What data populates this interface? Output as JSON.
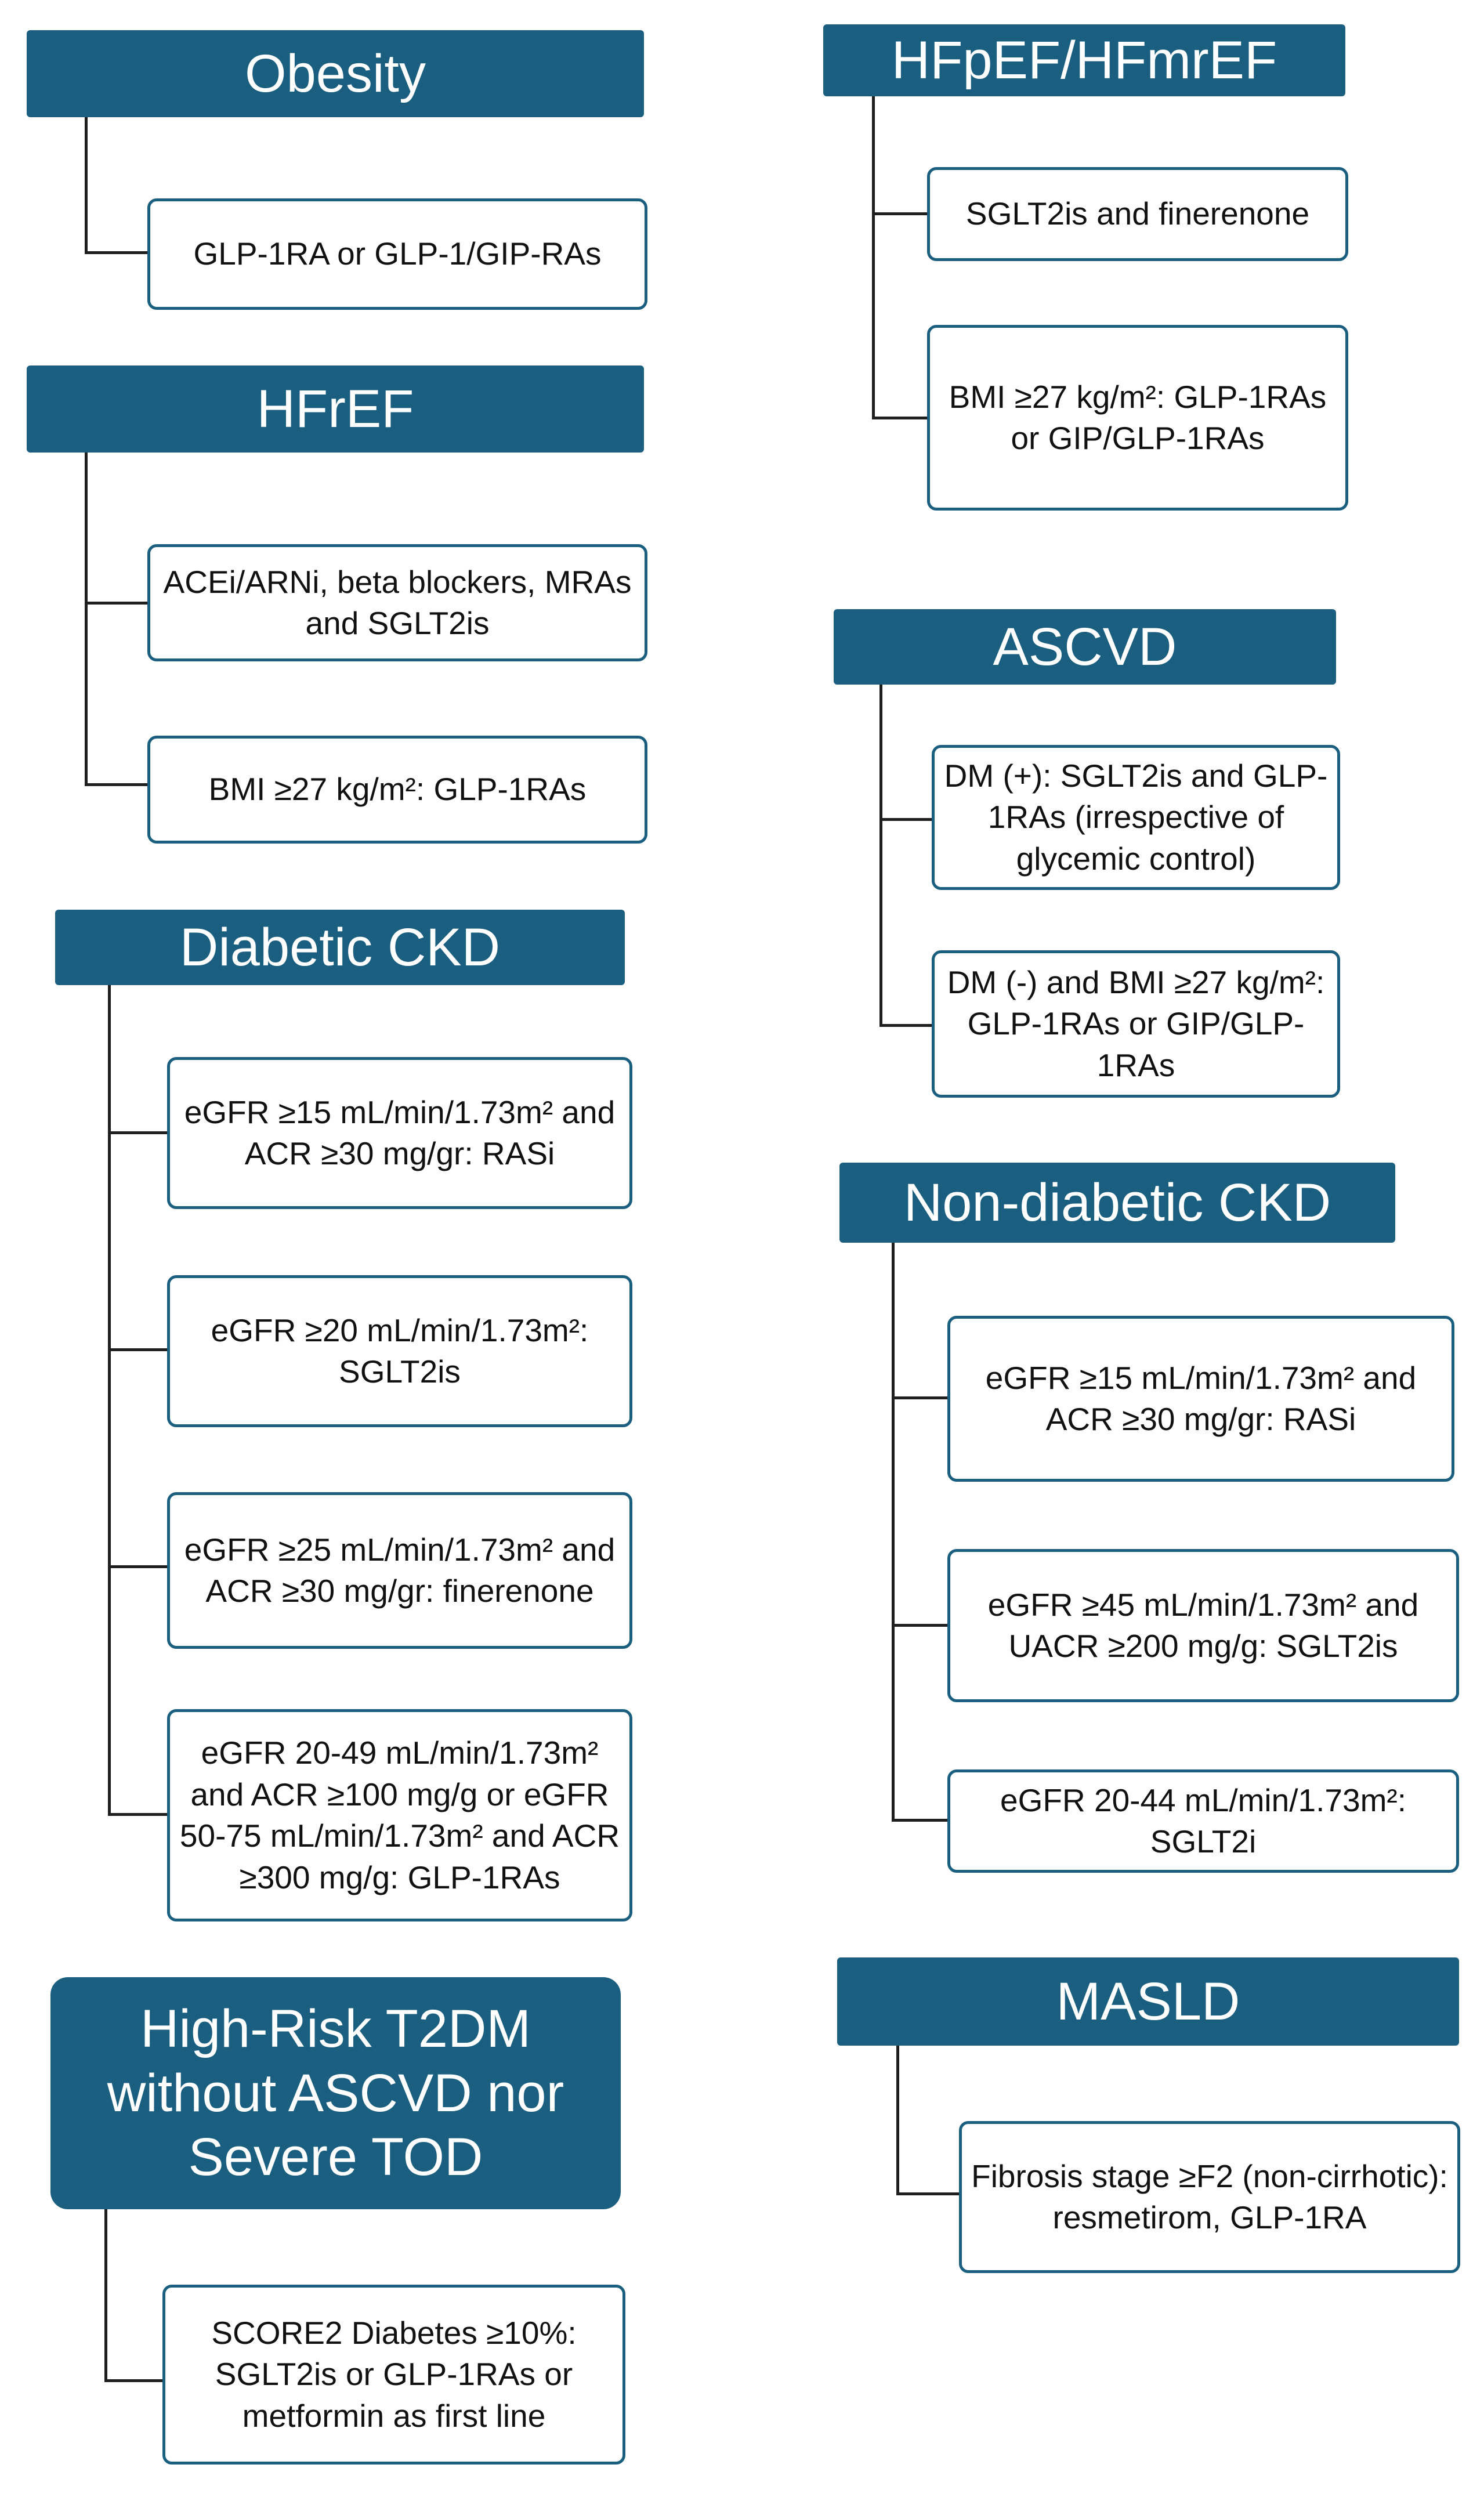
{
  "groups": {
    "obesity": {
      "title": "Obesity",
      "items": [
        "GLP-1RA or GLP-1/GIP-RAs"
      ]
    },
    "hfref": {
      "title": "HFrEF",
      "items": [
        "ACEi/ARNi, beta blockers, MRAs and SGLT2is",
        "BMI ≥27 kg/m²: GLP-1RAs"
      ]
    },
    "diabetic_ckd": {
      "title": "Diabetic CKD",
      "items": [
        "eGFR ≥15 mL/min/1.73m² and ACR ≥30 mg/gr: RASi",
        "eGFR ≥20 mL/min/1.73m²: SGLT2is",
        "eGFR ≥25 mL/min/1.73m² and ACR ≥30 mg/gr: finerenone",
        "eGFR 20-49 mL/min/1.73m² and ACR ≥100 mg/g or eGFR 50-75 mL/min/1.73m² and ACR ≥300 mg/g: GLP-1RAs"
      ]
    },
    "high_risk": {
      "title": "High-Risk T2DM without ASCVD nor Severe TOD",
      "items": [
        "SCORE2 Diabetes ≥10%: SGLT2is or GLP-1RAs or metformin as first line"
      ]
    },
    "hfpef": {
      "title": "HFpEF/HFmrEF",
      "items": [
        "SGLT2is and finerenone",
        "BMI ≥27 kg/m²: GLP-1RAs or GIP/GLP-1RAs"
      ]
    },
    "ascvd": {
      "title": "ASCVD",
      "items": [
        "DM (+): SGLT2is and GLP-1RAs (irrespective of glycemic control)",
        "DM (-) and BMI ≥27 kg/m²: GLP-1RAs or GIP/GLP-1RAs"
      ]
    },
    "nondiabetic_ckd": {
      "title": "Non-diabetic CKD",
      "items": [
        "eGFR ≥15 mL/min/1.73m² and ACR ≥30 mg/gr: RASi",
        "eGFR ≥45 mL/min/1.73m² and UACR ≥200 mg/g: SGLT2is",
        "eGFR 20-44 mL/min/1.73m²: SGLT2i"
      ]
    },
    "masld": {
      "title": "MASLD",
      "items": [
        "Fibrosis stage ≥F2 (non-cirrhotic): resmetirom, GLP-1RA"
      ]
    }
  },
  "colors": {
    "header_bg": "#1a5f80",
    "box_border": "#1a5f80",
    "connector": "#1f1f1f"
  }
}
